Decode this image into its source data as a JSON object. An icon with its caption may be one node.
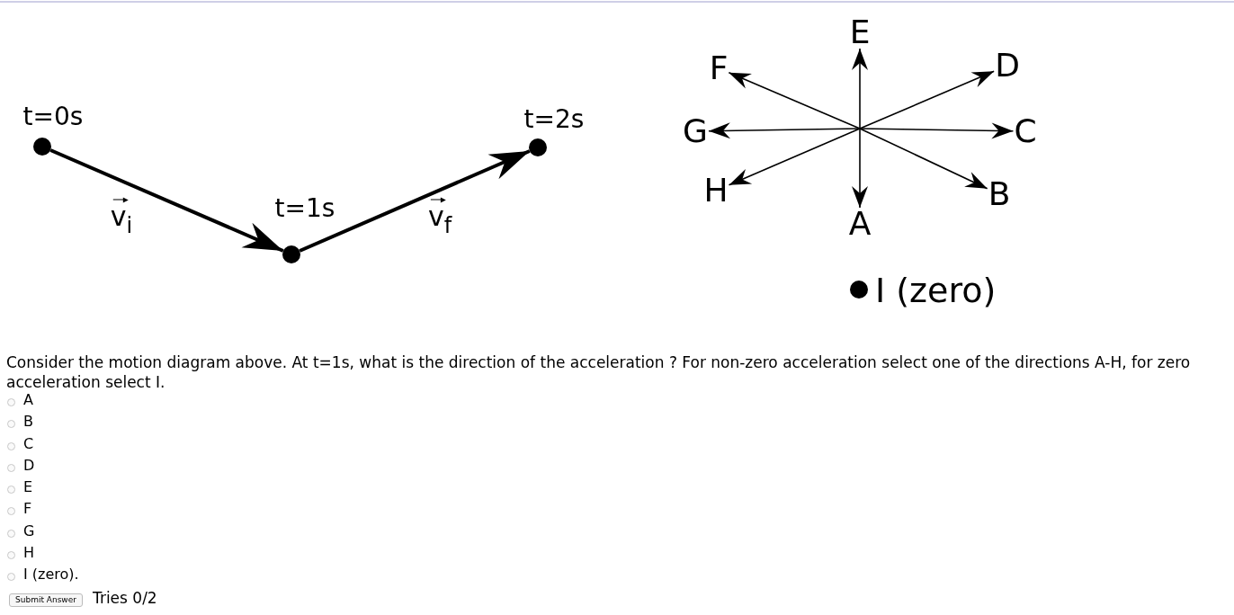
{
  "diagram": {
    "nodes": [
      {
        "text": [],
        "shape": "circle",
        "beside": [
          "t=0s"
        ]
      },
      {
        "text": [],
        "shape": "circle",
        "beside": [
          "t=1s"
        ]
      },
      {
        "text": [],
        "shape": "circle",
        "beside": [
          "t=2s"
        ]
      },
      {
        "text": [
          "E"
        ]
      },
      {
        "text": [
          "F"
        ]
      },
      {
        "text": [
          "D"
        ]
      },
      {
        "text": [
          "G"
        ]
      },
      {
        "text": [
          "C"
        ]
      },
      {
        "text": [
          "H"
        ]
      },
      {
        "text": [
          "B"
        ]
      },
      {
        "text": [
          "A"
        ]
      }
    ],
    "edges": [
      {
        "from": 0,
        "to": 1,
        "arrow": "to",
        "label": "v$_{i}$",
        "style": "thick"
      },
      {
        "from": 1,
        "to": 2,
        "arrow": "to",
        "label": "v$_{f}$",
        "style": "thick"
      },
      {
        "from": null,
        "to": 3,
        "arrow": "to"
      },
      {
        "from": null,
        "to": 4,
        "arrow": "to"
      },
      {
        "from": null,
        "to": 5,
        "arrow": "to"
      },
      {
        "from": null,
        "to": 6,
        "arrow": "to"
      },
      {
        "from": null,
        "to": 7,
        "arrow": "to"
      },
      {
        "from": null,
        "to": 8,
        "arrow": "to"
      },
      {
        "from": null,
        "to": 9,
        "arrow": "to"
      },
      {
        "from": null,
        "to": 10,
        "arrow": "to"
      }
    ],
    "labels": [
      "I (zero)",
      "Consider the motion diagram above. At t=1s, what is the direction of the acceleration ? For non-zero acceleration select one of the directions A-H, for zero acceleration select I.",
      "A",
      "B",
      "C",
      "D",
      "E",
      "F",
      "G",
      "H",
      "I (zero).",
      "Submit Answer",
      "Tries 0/2"
    ]
  }
}
